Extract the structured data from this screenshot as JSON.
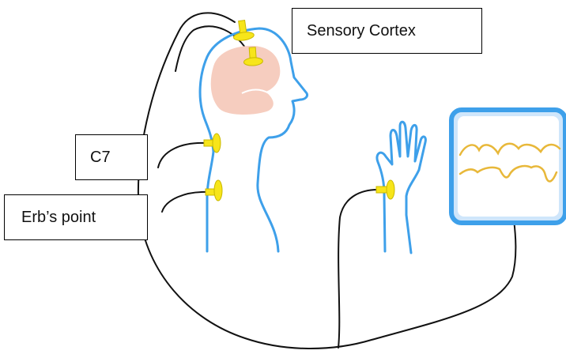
{
  "labels": {
    "sensory_cortex": "Sensory Cortex",
    "c7": "C7",
    "erbs_point": "Erb’s point"
  },
  "colors": {
    "body_outline": "#3ea0ea",
    "electrode": "#f7e51a",
    "electrode_outline": "#c9b800",
    "wire": "#111111",
    "cortex": "#f6cdbf",
    "trace": "#e8b83a",
    "monitor_frame": "#3ea0ea"
  },
  "icons": {
    "electrode": "electrode-disc-icon",
    "monitor": "waveform-monitor-icon"
  }
}
